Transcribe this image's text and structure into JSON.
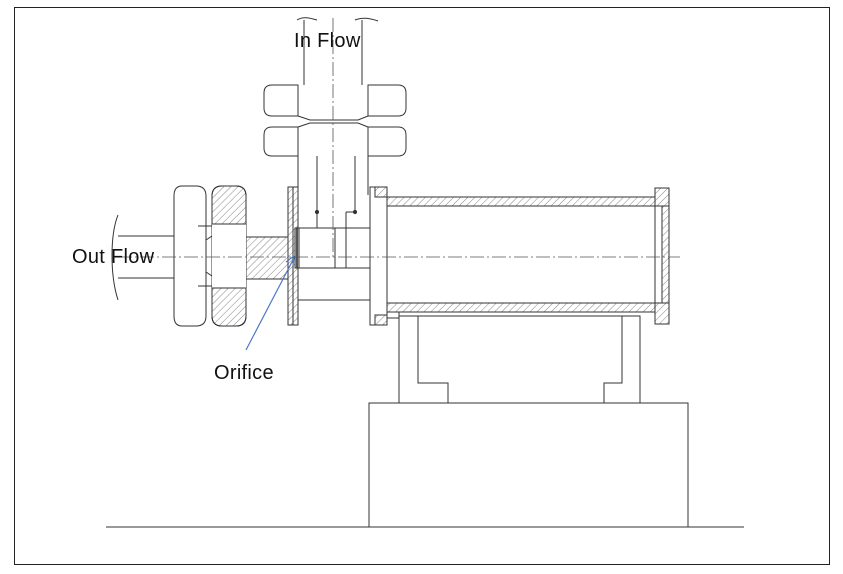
{
  "labels": {
    "in_flow": "In Flow",
    "out_flow": "Out Flow",
    "orifice": "Orifice"
  },
  "colors": {
    "line": "#333333",
    "hatch": "#555555",
    "leader": "#4a78c8",
    "centerline": "#555555"
  }
}
